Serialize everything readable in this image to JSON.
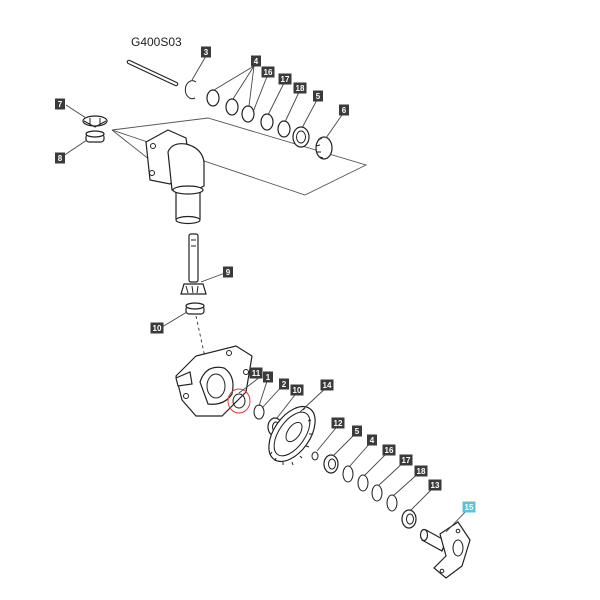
{
  "diagram": {
    "code": "G400S03",
    "colors": {
      "tag": "#3a3a3a",
      "tag_highlight": "#5bc3d8",
      "ring_highlight": "#d9403a",
      "line": "#222222"
    },
    "callouts": [
      {
        "id": "c-3a",
        "label": "3"
      },
      {
        "id": "c-4a",
        "label": "4"
      },
      {
        "id": "c-16a",
        "label": "16"
      },
      {
        "id": "c-17a",
        "label": "17"
      },
      {
        "id": "c-18a",
        "label": "18"
      },
      {
        "id": "c-5a",
        "label": "5"
      },
      {
        "id": "c-6",
        "label": "6"
      },
      {
        "id": "c-7",
        "label": "7"
      },
      {
        "id": "c-8",
        "label": "8"
      },
      {
        "id": "c-9",
        "label": "9"
      },
      {
        "id": "c-10a",
        "label": "10"
      },
      {
        "id": "c-11",
        "label": "11"
      },
      {
        "id": "c-1",
        "label": "1"
      },
      {
        "id": "c-2",
        "label": "2"
      },
      {
        "id": "c-10b",
        "label": "10"
      },
      {
        "id": "c-14",
        "label": "14"
      },
      {
        "id": "c-12",
        "label": "12"
      },
      {
        "id": "c-5b",
        "label": "5"
      },
      {
        "id": "c-4b",
        "label": "4"
      },
      {
        "id": "c-16b",
        "label": "16"
      },
      {
        "id": "c-17b",
        "label": "17"
      },
      {
        "id": "c-18b",
        "label": "18"
      },
      {
        "id": "c-13",
        "label": "13"
      },
      {
        "id": "c-15",
        "label": "15",
        "highlighted": true
      }
    ]
  }
}
